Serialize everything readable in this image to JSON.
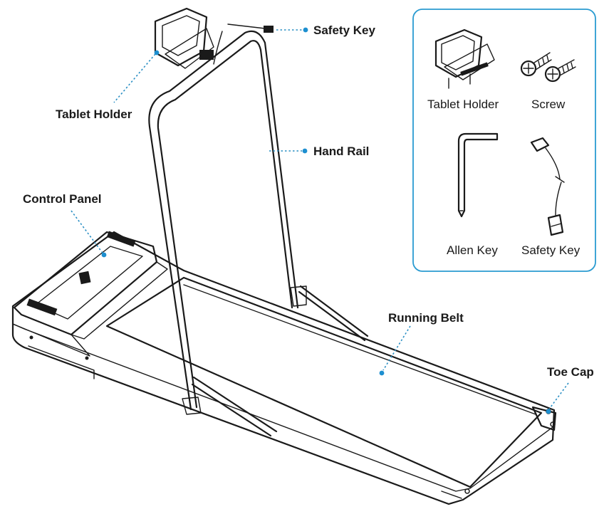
{
  "callouts": {
    "safety_key": "Safety Key",
    "tablet_holder": "Tablet Holder",
    "hand_rail": "Hand Rail",
    "control_panel": "Control Panel",
    "running_belt": "Running Belt",
    "toe_cap": "Toe Cap"
  },
  "parts_box": {
    "border_color": "#2a9bd1",
    "items": [
      {
        "label": "Tablet Holder",
        "icon": "tablet-holder-icon"
      },
      {
        "label": "Screw",
        "icon": "screw-icon"
      },
      {
        "label": "Allen Key",
        "icon": "allen-key-icon"
      },
      {
        "label": "Safety Key",
        "icon": "safety-key-icon"
      }
    ]
  },
  "colors": {
    "leader": "#2a8fc4",
    "dot": "#1d8fd0",
    "line": "#1a1a1a"
  }
}
